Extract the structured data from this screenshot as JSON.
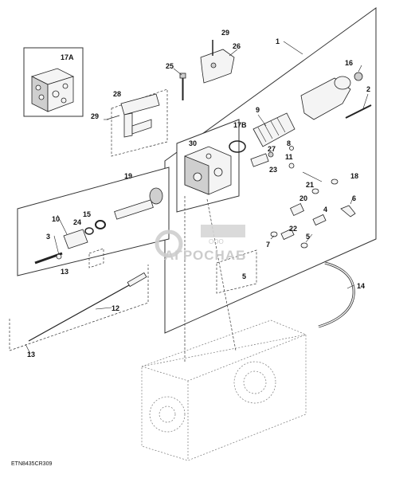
{
  "drawing_code": "ETN8435CR309",
  "watermark": {
    "small": "ООО",
    "large": "АГРОСНАБ"
  },
  "callouts": {
    "c1": "1",
    "c2": "2",
    "c3": "3",
    "c4": "4",
    "c5a": "5",
    "c5b": "5",
    "c6": "6",
    "c7": "7",
    "c8": "8",
    "c9": "9",
    "c10": "10",
    "c11": "11",
    "c12": "12",
    "c13a": "13",
    "c13b": "13",
    "c14": "14",
    "c15": "15",
    "c16": "16",
    "c17a": "17A",
    "c17b": "17B",
    "c18": "18",
    "c19": "19",
    "c20": "20",
    "c21": "21",
    "c22": "22",
    "c23": "23",
    "c24": "24",
    "c25": "25",
    "c26": "26",
    "c27": "27",
    "c28": "28",
    "c29a": "29",
    "c29b": "29",
    "c30": "30"
  }
}
